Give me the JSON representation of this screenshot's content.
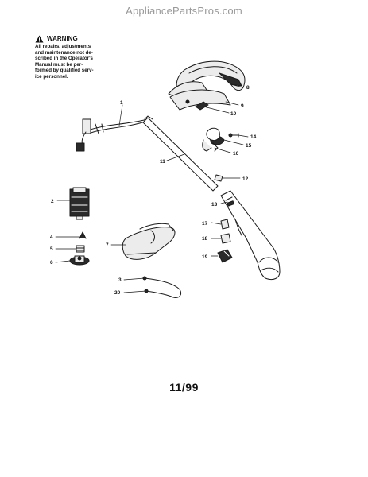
{
  "watermark": "AppliancePartsPros.com",
  "warning": {
    "title": "WARNING",
    "lines": [
      "All repairs, adjustments",
      "and maintenance not de-",
      "scribed in the Operator's",
      "Manual must be per-",
      "formed by qualified serv-",
      "ice personnel."
    ]
  },
  "callouts": {
    "c1": "1",
    "c2": "2",
    "c3": "3",
    "c4": "4",
    "c5": "5",
    "c6": "6",
    "c7": "7",
    "c8": "8",
    "c9": "9",
    "c10": "10",
    "c11": "11",
    "c12": "12",
    "c13": "13",
    "c14": "14",
    "c15": "15",
    "c16": "16",
    "c17": "17",
    "c18": "18",
    "c19": "19",
    "c20": "20"
  },
  "footer": "11/99",
  "colors": {
    "line": "#1a1a1a",
    "part_fill": "#ececec",
    "dark_fill": "#2a2a2a",
    "watermark": "#9a9a9a"
  }
}
